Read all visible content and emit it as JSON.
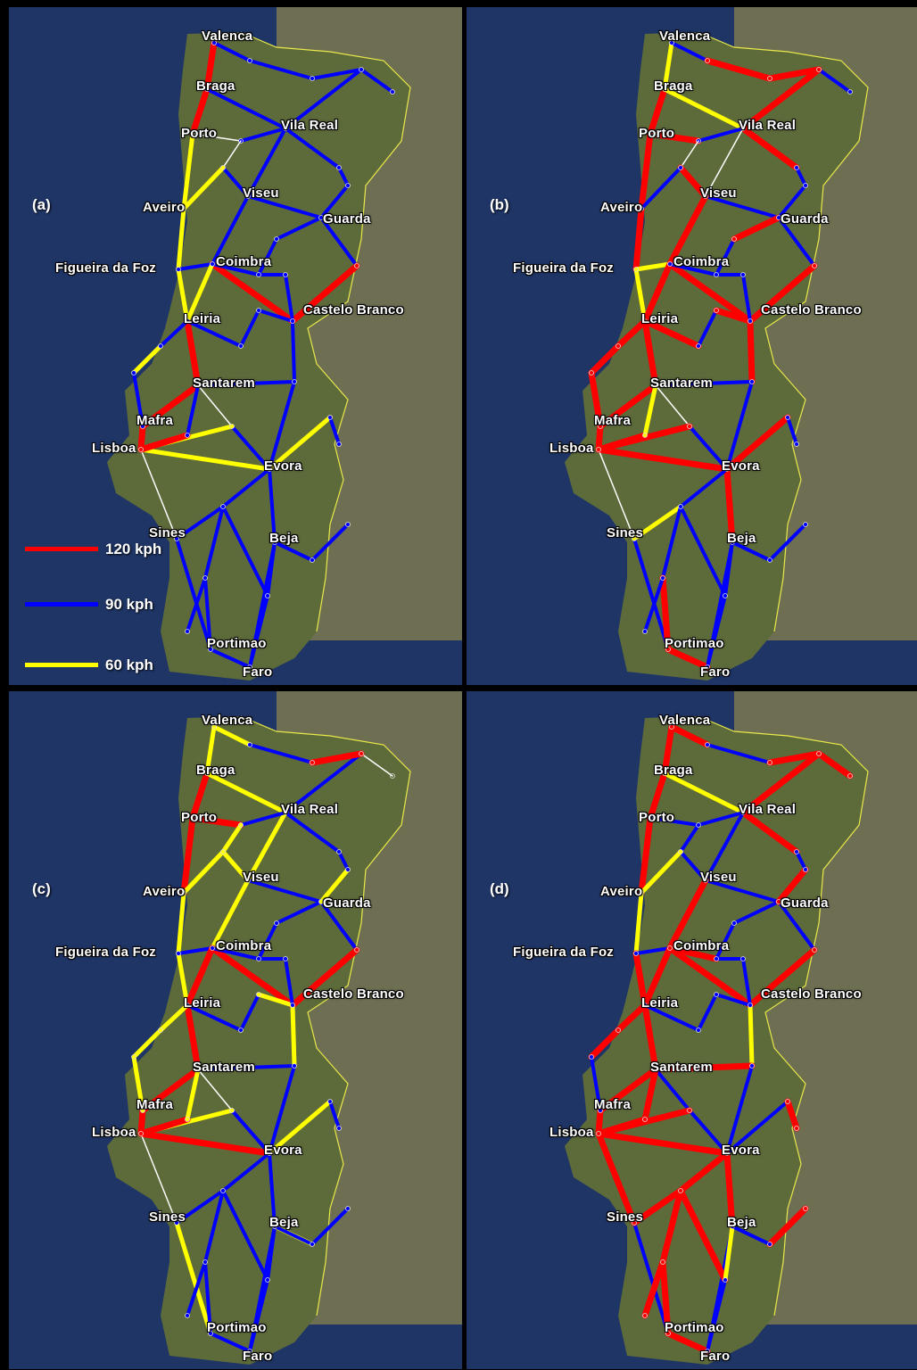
{
  "panels": [
    {
      "id": "a",
      "label": "(a)"
    },
    {
      "id": "b",
      "label": "(b)"
    },
    {
      "id": "c",
      "label": "(c)"
    },
    {
      "id": "d",
      "label": "(d)"
    }
  ],
  "cities": [
    "Valenca",
    "Braga",
    "Porto",
    "Vila Real",
    "Aveiro",
    "Viseu",
    "Guarda",
    "Figueira da Foz",
    "Coimbra",
    "Castelo Branco",
    "Leiria",
    "Santarem",
    "Mafra",
    "Lisboa",
    "Evora",
    "Sines",
    "Beja",
    "Portimao",
    "Faro"
  ],
  "legend": [
    {
      "label": "120 kph",
      "color": "#ff0000"
    },
    {
      "label": "90 kph",
      "color": "#0000ff"
    },
    {
      "label": "60 kph",
      "color": "#ffff00"
    }
  ],
  "colors": {
    "sea": "#1f3566",
    "land": "#5d6b3a",
    "border": "#e8e84a",
    "road_120": "#ff0000",
    "road_90": "#0000ff",
    "road_60": "#ffff00",
    "road_other": "#ffffff"
  }
}
